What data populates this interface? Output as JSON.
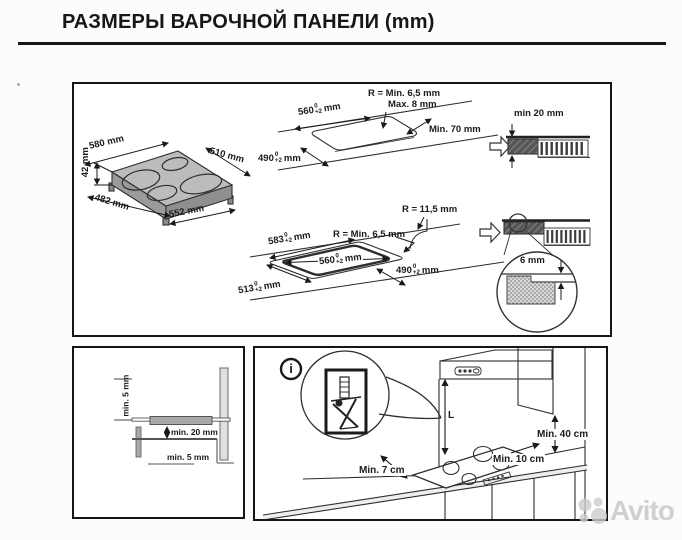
{
  "title": "РАЗМЕРЫ ВАРОЧНОЙ ПАНЕЛИ (mm)",
  "watermark": {
    "brand": "Avito"
  },
  "hob_view": {
    "top_width": "580 mm",
    "top_depth": "510 mm",
    "height": "42 mm",
    "bottom_width": "482 mm",
    "bottom_depth": "552 mm"
  },
  "cutout_standard": {
    "width": {
      "value": "560",
      "tol_high": "0",
      "tol_low": "+2",
      "unit": "mm"
    },
    "depth": {
      "value": "490",
      "tol_high": "0",
      "tol_low": "+2",
      "unit": "mm"
    },
    "corner_radius": "R = Min. 6,5 mm",
    "corner_radius_max": "Max. 8 mm",
    "rear_distance": "Min. 70 mm"
  },
  "section_standard": {
    "clearance_below": "min 20 mm"
  },
  "cutout_flush": {
    "outer_width": {
      "value": "583",
      "tol_high": "0",
      "tol_low": "+2",
      "unit": "mm"
    },
    "outer_depth": {
      "value": "513",
      "tol_high": "0",
      "tol_low": "+2",
      "unit": "mm"
    },
    "inner_width": {
      "value": "560",
      "tol_high": "0",
      "tol_low": "+2",
      "unit": "mm"
    },
    "inner_depth": {
      "value": "490",
      "tol_high": "0",
      "tol_low": "+2",
      "unit": "mm"
    },
    "outer_radius": "R = 11,5 mm",
    "inner_radius": "R = Min. 6,5 mm"
  },
  "section_flush": {
    "recess_depth": "6 mm"
  },
  "side_view": {
    "gap_top": "min. 5 mm",
    "gap_below": "min. 20 mm",
    "gap_bottom": "min. 5 mm"
  },
  "kitchen_view": {
    "info_symbol": "i",
    "hood_distance": "L",
    "cabinet_clearance": "Min. 40 cm",
    "right_clearance": "Min. 10 cm",
    "front_clearance": "Min. 7 cm"
  }
}
